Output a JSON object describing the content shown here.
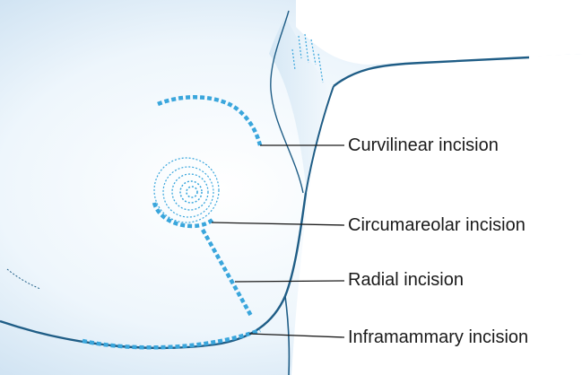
{
  "labels": {
    "curvilinear": "Curvilinear incision",
    "circumareolar": "Circumareolar incision",
    "radial": "Radial incision",
    "inframammary": "Inframammary incision"
  },
  "colors": {
    "skin_light": "#eaf3fa",
    "skin_shade": "#c9dff0",
    "outline": "#1f5d86",
    "incision": "#3aa6dc",
    "leader_line": "#1a1a1a"
  }
}
